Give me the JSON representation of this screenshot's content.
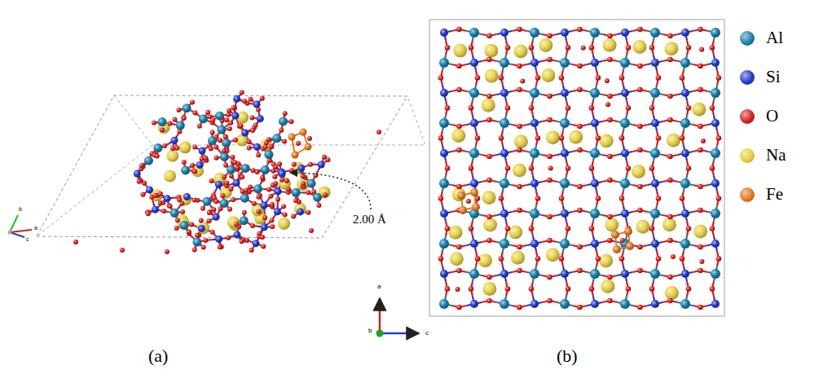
{
  "diagram": {
    "labels": [
      "2.00 Å",
      "(a)",
      "(b)",
      "b",
      "a",
      "c",
      "a",
      "c",
      "b"
    ],
    "legend": [
      {
        "text": "Al",
        "color": "#1a7ea8"
      },
      {
        "text": "Si",
        "color": "#2638cc"
      },
      {
        "text": "O",
        "color": "#d41f1f"
      },
      {
        "text": "Na",
        "color": "#e6cf3c"
      },
      {
        "text": "Fe",
        "color": "#e0791c"
      }
    ]
  }
}
